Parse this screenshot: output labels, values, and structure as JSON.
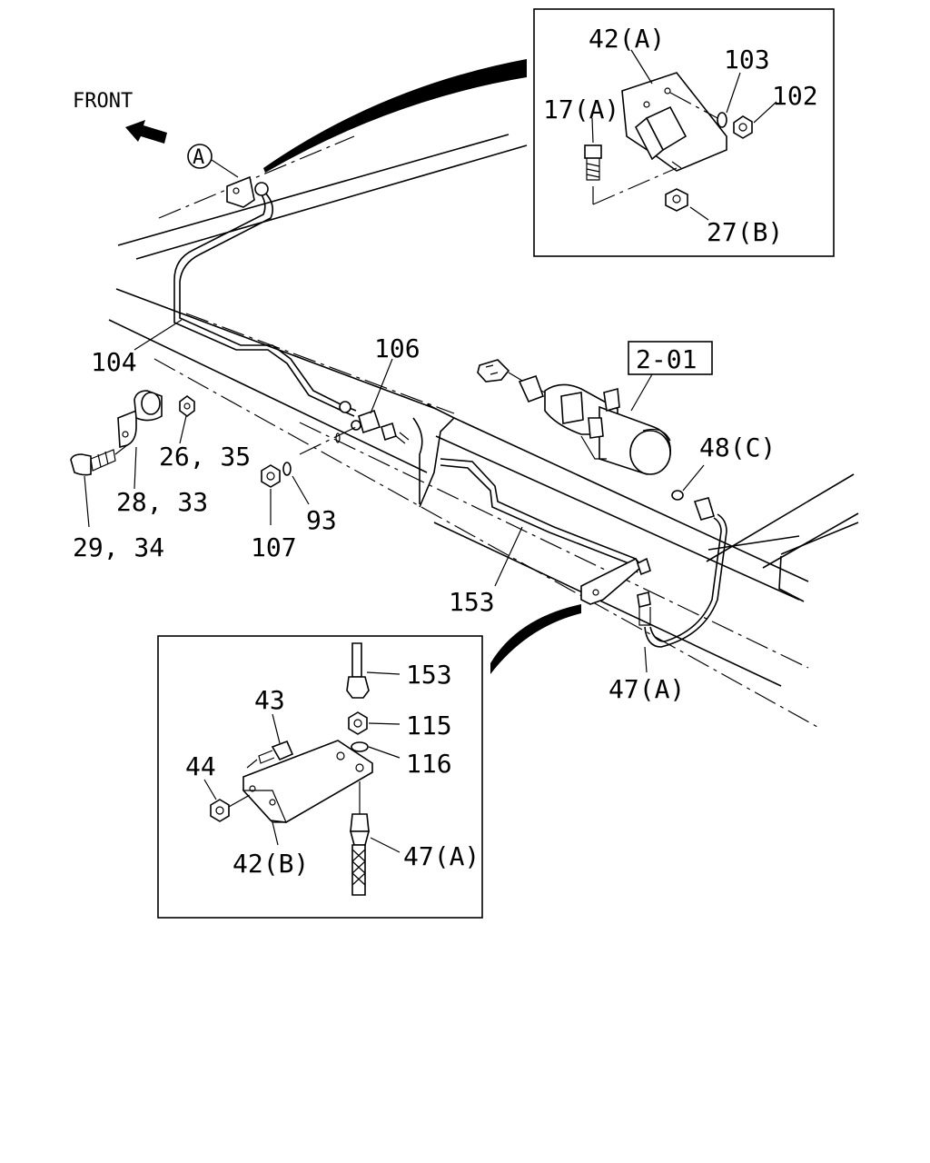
{
  "front_label": "FRONT",
  "view_marker": "A",
  "assembly_ref": "2-01",
  "labels": {
    "l_42a": "42(A)",
    "l_17a": "17(A)",
    "l_103": "103",
    "l_102": "102",
    "l_27b": "27(B)",
    "l_104": "104",
    "l_106": "106",
    "l_26_35": "26, 35",
    "l_28_33": "28, 33",
    "l_29_34": "29, 34",
    "l_107": "107",
    "l_93": "93",
    "l_48c": "48(C)",
    "l_153": "153",
    "l_47a": "47(A)",
    "l_153b": "153",
    "l_115": "115",
    "l_116": "116",
    "l_43": "43",
    "l_44": "44",
    "l_42b": "42(B)",
    "l_47a_b": "47(A)"
  }
}
